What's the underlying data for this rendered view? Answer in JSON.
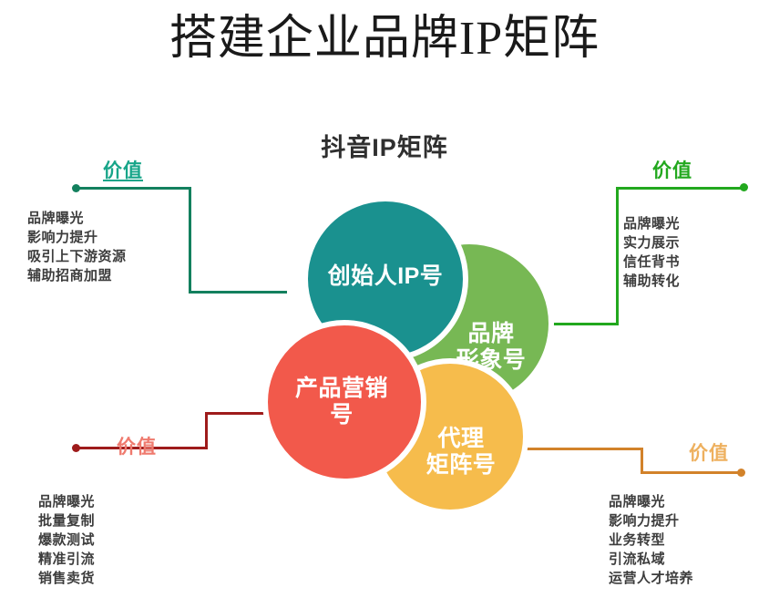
{
  "title": "搭建企业品牌IP矩阵",
  "subtitle": "抖音IP矩阵",
  "colors": {
    "founder_teal": "#1a918f",
    "brand_green": "#77b854",
    "product_red": "#f2594b",
    "agent_yellow": "#f6bc4c",
    "line_teal": "#13805e",
    "line_green": "#22a81e",
    "line_red": "#9e1b1b",
    "line_orange": "#d2822a",
    "label_teal": "#17a589",
    "label_green": "#22a81e",
    "label_red": "#ef7a6e",
    "label_orange": "#eeb05e",
    "note_text": "#3d3d3d",
    "title_text": "#1a1a1a"
  },
  "venn": {
    "founder": {
      "label": "创始人IP号"
    },
    "brand": {
      "label_line1": "品牌",
      "label_line2": "形象号"
    },
    "product": {
      "label_line1": "产品营销",
      "label_line2": "号"
    },
    "agent": {
      "label_line1": "代理",
      "label_line2": "矩阵号"
    }
  },
  "annotations": {
    "top_left": {
      "value_label": "价值",
      "items": [
        "品牌曝光",
        "影响力提升",
        "吸引上下游资源",
        "辅助招商加盟"
      ]
    },
    "top_right": {
      "value_label": "价值",
      "items": [
        "品牌曝光",
        "实力展示",
        "信任背书",
        "辅助转化"
      ]
    },
    "bottom_left": {
      "value_label": "价值",
      "items": [
        "品牌曝光",
        "批量复制",
        "爆款测试",
        "精准引流",
        "销售卖货"
      ]
    },
    "bottom_right": {
      "value_label": "价值",
      "items": [
        "品牌曝光",
        "影响力提升",
        "业务转型",
        "引流私域",
        "运营人才培养"
      ]
    }
  }
}
